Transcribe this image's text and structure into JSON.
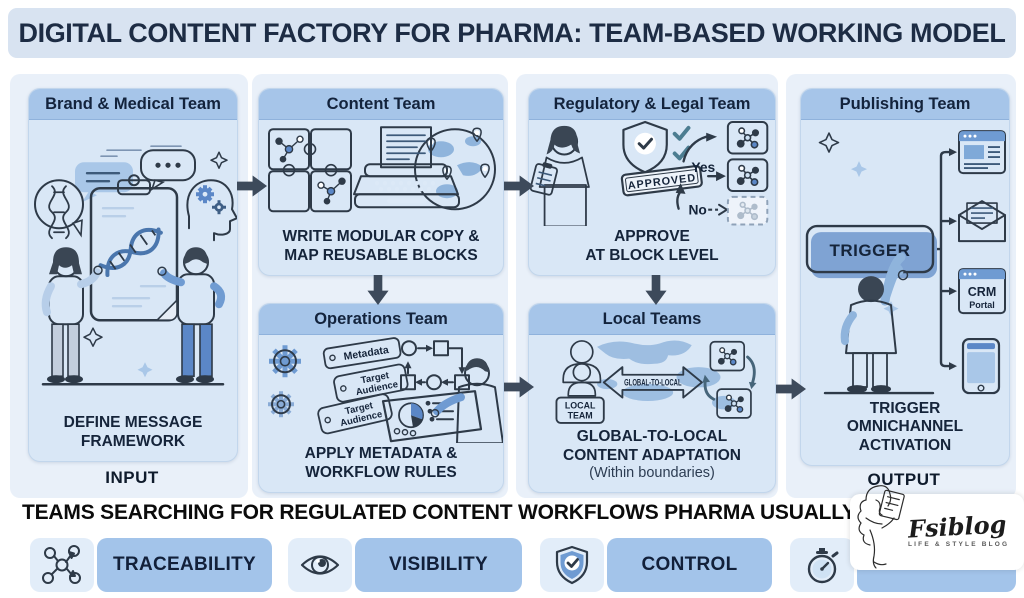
{
  "title": "DIGITAL CONTENT FACTORY FOR PHARMA: TEAM-BASED WORKING MODEL",
  "panels": {
    "brand_medical": {
      "header": "Brand & Medical Team",
      "caption_lines": [
        "DEFINE MESSAGE",
        "FRAMEWORK"
      ],
      "io_label": "INPUT"
    },
    "content": {
      "header": "Content Team",
      "caption_lines": [
        "WRITE MODULAR COPY &",
        "MAP REUSABLE BLOCKS"
      ]
    },
    "regulatory": {
      "header": "Regulatory & Legal Team",
      "caption_lines": [
        "APPROVE",
        "AT BLOCK LEVEL"
      ],
      "stamp_label": "APPROVED",
      "yes_label": "Yes",
      "no_label": "No"
    },
    "operations": {
      "header": "Operations Team",
      "caption_lines": [
        "APPLY METADATA &",
        "WORKFLOW RULES"
      ],
      "tags": [
        [
          "Metadata"
        ],
        [
          "Target",
          "Audience"
        ],
        [
          "Target",
          "Audience"
        ]
      ]
    },
    "local": {
      "header": "Local Teams",
      "caption_lines": [
        "GLOBAL-TO-LOCAL",
        "CONTENT ADAPTATION"
      ],
      "subcaption": "(Within boundaries)",
      "arrow_label": "GLOBAL-TO-LOCAL",
      "team_badge": [
        "LOCAL",
        "TEAM"
      ]
    },
    "publishing": {
      "header": "Publishing Team",
      "caption_lines": [
        "TRIGGER",
        "OMNICHANNEL",
        "ACTIVATION"
      ],
      "io_label": "OUTPUT",
      "trigger_button": "TRIGGER",
      "crm_label": [
        "CRM",
        "Portal"
      ]
    }
  },
  "footer": {
    "heading": "TEAMS SEARCHING FOR REGULATED CONTENT WORKFLOWS PHARMA USUALLY WANT:",
    "badges": [
      {
        "icon": "trace-flow-icon",
        "label": "TRACEABILITY"
      },
      {
        "icon": "eye-icon",
        "label": "VISIBILITY"
      },
      {
        "icon": "shield-check-icon",
        "label": "CONTROL"
      },
      {
        "icon": "stopwatch-icon",
        "label": ""
      }
    ]
  },
  "watermark": {
    "brand": "Fsiblog",
    "tagline": "LIFE & STYLE BLOG"
  },
  "colors": {
    "page_bg": "#ffffff",
    "title_band_bg": "#d8e3f1",
    "column_bg": "#e9f0f9",
    "panel_bg": "#d9e7f6",
    "panel_header_bg": "#a6c5e9",
    "badge_label_bg": "#a3c4ea",
    "badge_icon_bg": "#e2edf9",
    "arrow_color": "#3d4a5b",
    "accent_blue": "#5b87c7",
    "mid_blue": "#6f9bd2",
    "light_blue": "#cfe2f4",
    "outline_dark": "#2e3a48",
    "text_dark": "#15243a"
  }
}
